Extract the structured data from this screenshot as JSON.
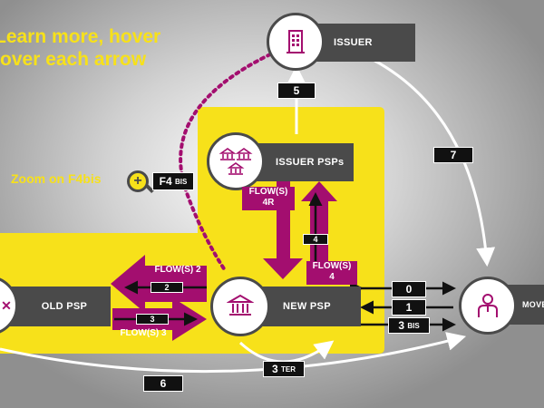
{
  "hint": {
    "text": "Learn more, hover\nover each arrow"
  },
  "zoom": {
    "label": "Zoom on F4bis",
    "badge_main": "F4",
    "badge_sub": "BIS"
  },
  "nodes": {
    "issuer": "ISSUER",
    "issuer_psps": "ISSUER PSPs",
    "old_psp": "OLD PSP",
    "new_psp": "NEW PSP",
    "customer": "MOVE CUSTO"
  },
  "flows": {
    "flow_2": "FLOW(S) 2",
    "flow_3": "FLOW(S) 3",
    "flow_4r": "FLOW(S)\n4R",
    "flow_4": "FLOW(S)\n4"
  },
  "tags": {
    "t0": "0",
    "t1": "1",
    "t2": "2",
    "t3": "3",
    "t3bis_main": "3",
    "t3bis_sub": "BIS",
    "t3ter_main": "3",
    "t3ter_sub": "TER",
    "t4": "4",
    "t5": "5",
    "t6": "6",
    "t7": "7"
  },
  "colors": {
    "yellow": "#f7e11a",
    "magenta": "#a30e6f",
    "dark": "#4a4a4a",
    "black": "#111111"
  }
}
